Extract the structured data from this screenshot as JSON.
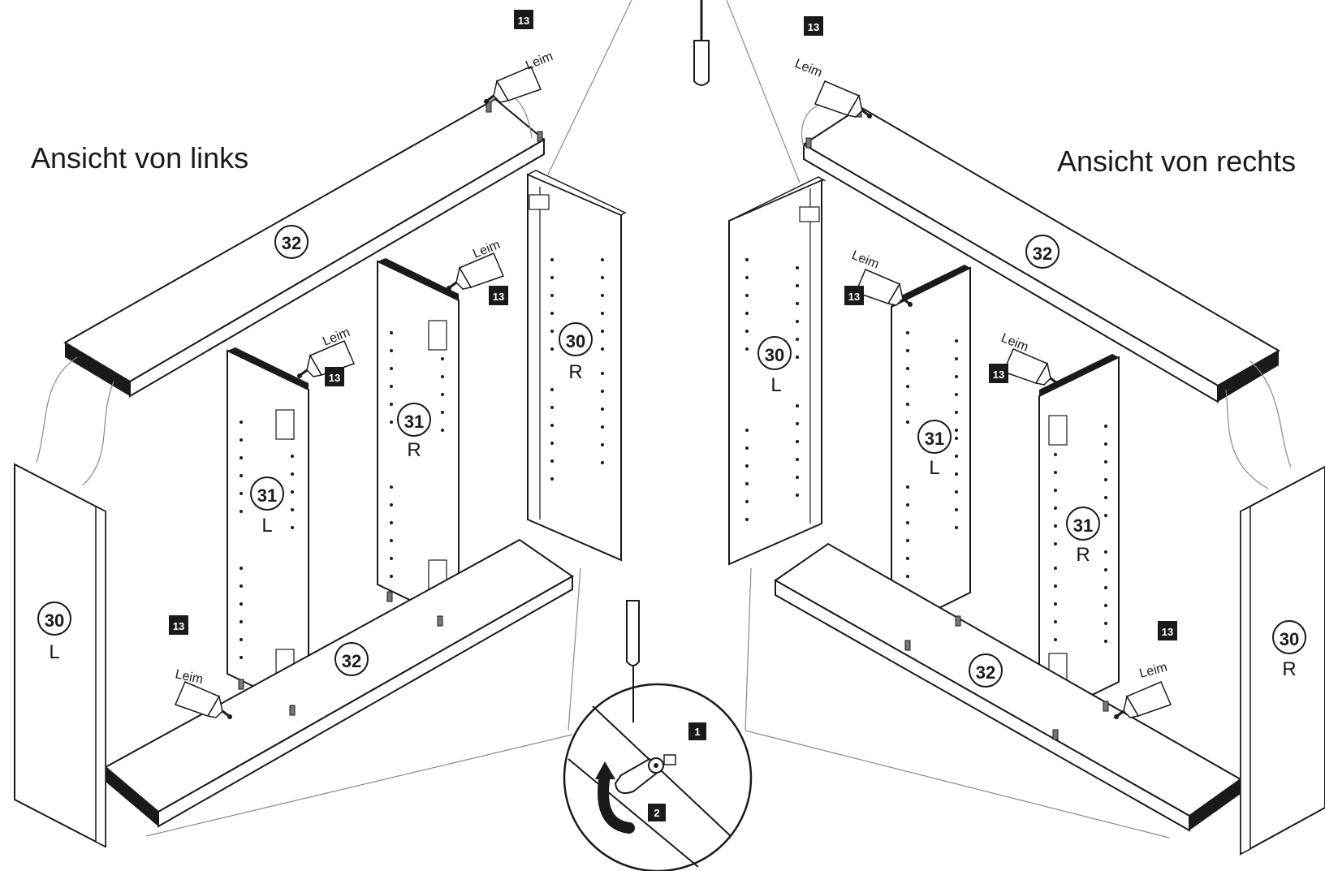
{
  "titles": {
    "left": "Ansicht von links",
    "right": "Ansicht von rechts"
  },
  "glue_label": "Leim",
  "step_badges": {
    "one": "1",
    "two": "2"
  },
  "colors": {
    "ink": "#1a1a1a",
    "panel": "#ffffff",
    "edge": "#222222",
    "leader": "#8a8a8a"
  },
  "left_view": {
    "glue_badge": "13",
    "top_panel": {
      "part": "32"
    },
    "bottom_panel": {
      "part": "32"
    },
    "side_panel": {
      "part": "30",
      "side": "L"
    },
    "divider_a": {
      "part": "31",
      "side": "L"
    },
    "divider_b": {
      "part": "31",
      "side": "R"
    },
    "side_panel_back": {
      "part": "30",
      "side": "R"
    }
  },
  "right_view": {
    "glue_badge": "13",
    "top_panel": {
      "part": "32"
    },
    "bottom_panel": {
      "part": "32"
    },
    "side_panel": {
      "part": "30",
      "side": "R"
    },
    "divider_a": {
      "part": "31",
      "side": "L"
    },
    "divider_b": {
      "part": "31",
      "side": "R"
    },
    "side_panel_back": {
      "part": "30",
      "side": "L"
    }
  },
  "icons": [
    "screwdriver-icon",
    "glue-tube-icon",
    "cam-lock-icon",
    "rotate-arrow-icon",
    "dowel-icon",
    "hinge-plate-icon"
  ]
}
